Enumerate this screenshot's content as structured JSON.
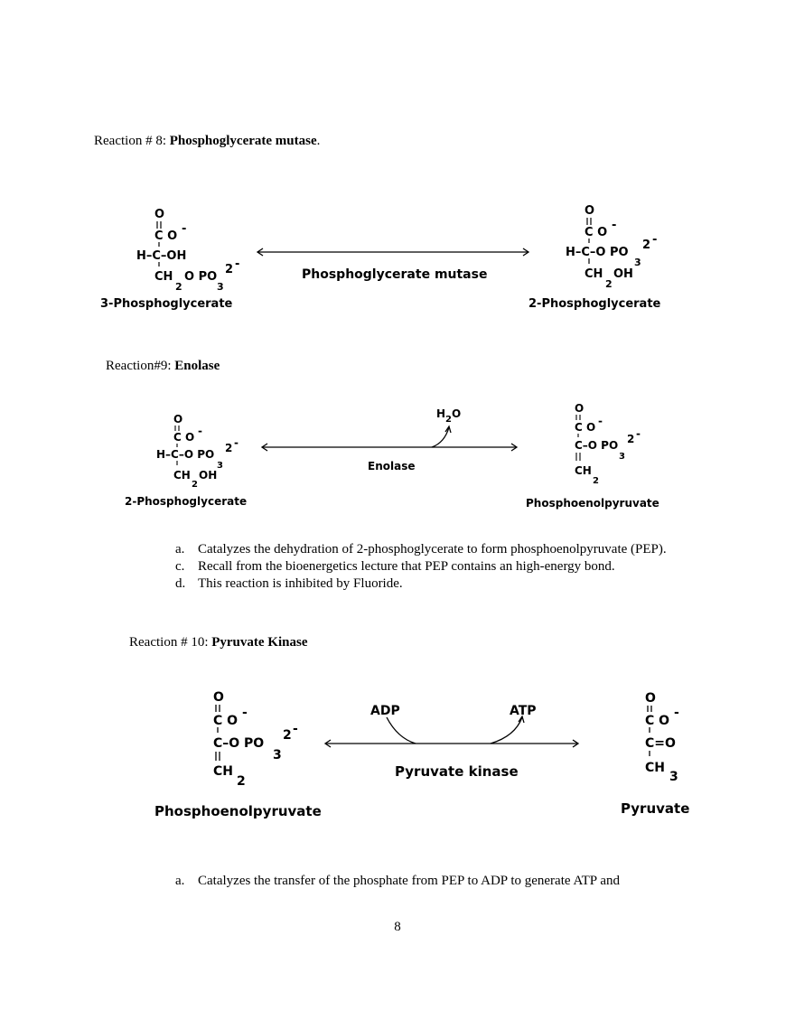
{
  "reaction8": {
    "prefix": "Reaction # 8: ",
    "name": "Phosphoglycerate mutase",
    "suffix": ".",
    "substrate_label": "3-Phosphoglycerate",
    "enzyme_label": "Phosphoglycerate mutase",
    "product_label": "2-Phosphoglycerate"
  },
  "reaction9": {
    "prefix": "Reaction#9: ",
    "name": "Enolase",
    "substrate_label": "2-Phosphoglycerate",
    "enzyme_label": "Enolase",
    "byproduct": "H2O",
    "product_label": "Phosphoenolpyruvate",
    "notes": [
      {
        "marker": "a.",
        "text": "Catalyzes the dehydration of 2-phosphoglycerate to form phosphoenolpyruvate (PEP)."
      },
      {
        "marker": "c.",
        "text": "Recall from the bioenergetics lecture that PEP contains an high-energy bond."
      },
      {
        "marker": "d.",
        "text": "This reaction is inhibited by Fluoride."
      }
    ]
  },
  "reaction10": {
    "prefix": "Reaction # 10: ",
    "name": "Pyruvate Kinase",
    "substrate_label": "Phosphoenolpyruvate",
    "enzyme_label": "Pyruvate kinase",
    "cofactor_in": "ADP",
    "cofactor_out": "ATP",
    "product_label": "Pyruvate",
    "notes": [
      {
        "marker": "a.",
        "text": "Catalyzes the transfer of the phosphate from PEP to ADP to generate ATP and"
      }
    ]
  },
  "page_number": "8"
}
